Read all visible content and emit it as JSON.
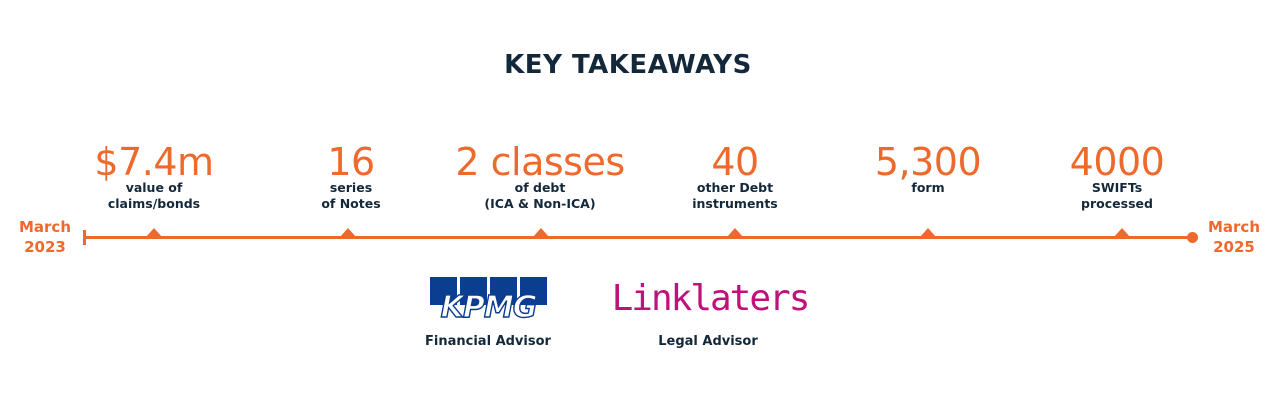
{
  "title": "KEY TAKEAWAYS",
  "timeline": {
    "start_label": "March\n2023",
    "end_label": "March\n2025",
    "color": "#ee6a2c"
  },
  "stats": [
    {
      "value": "$7.4m",
      "desc": "value of\nclaims/bonds"
    },
    {
      "value": "16",
      "desc": "series\nof Notes"
    },
    {
      "value": "2 classes",
      "desc": "of debt\n(ICA & Non-ICA)"
    },
    {
      "value": "40",
      "desc": "other Debt\ninstruments"
    },
    {
      "value": "5,300",
      "desc": "form"
    },
    {
      "value": "4000",
      "desc": "SWIFTs\nprocessed"
    }
  ],
  "advisors": [
    {
      "logo_text": "KPMG",
      "label": "Financial Advisor",
      "logo_color": "#0b3d91"
    },
    {
      "logo_text": "Linklaters",
      "label": "Legal Advisor",
      "logo_color": "#c0117a"
    }
  ]
}
